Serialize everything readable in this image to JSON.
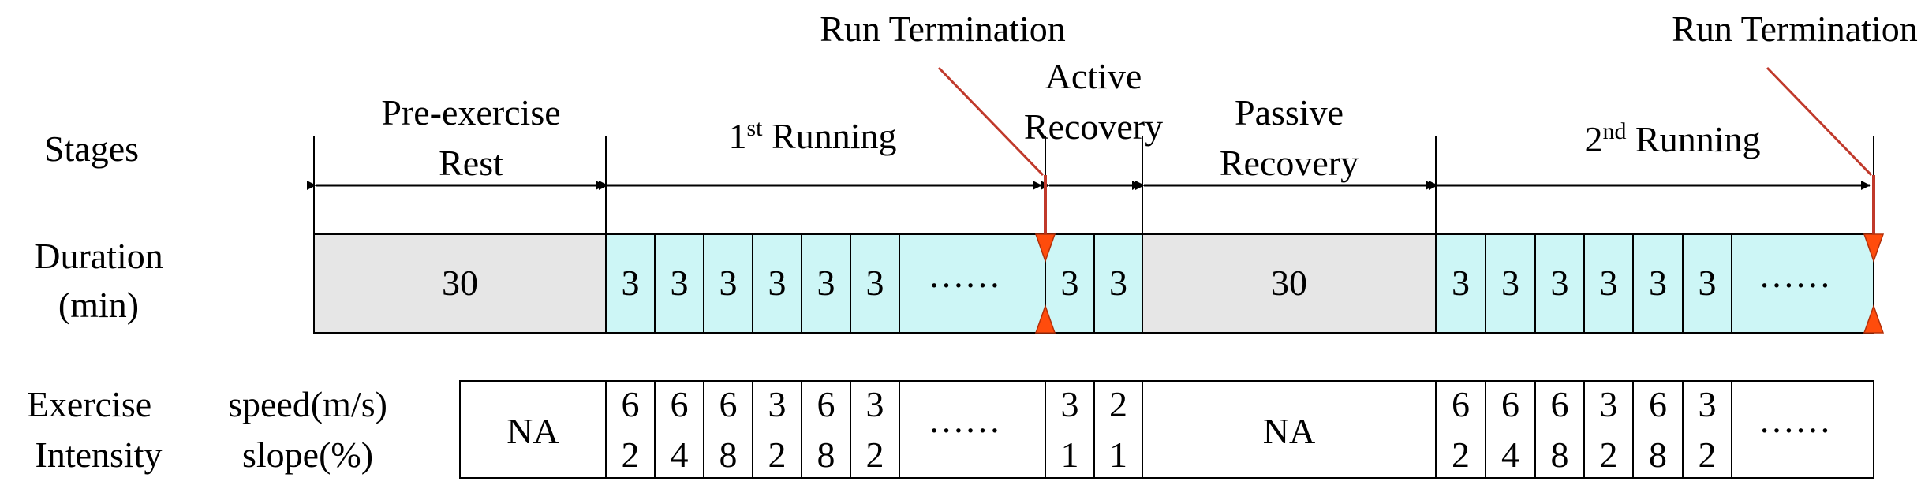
{
  "row_labels": {
    "stages": "Stages",
    "duration_line1": "Duration",
    "duration_line2": "(min)",
    "exercise_line1": "Exercise",
    "exercise_line2": "Intensity",
    "speed": "speed(m/s)",
    "slope": "slope(%)"
  },
  "termination_label": "Run Termination",
  "stages": [
    {
      "key": "pre",
      "lines": [
        "Pre-exercise",
        "Rest"
      ]
    },
    {
      "key": "run1",
      "base": "1",
      "sup": "st",
      "rest": " Running"
    },
    {
      "key": "active",
      "lines": [
        "Active",
        "Recovery"
      ]
    },
    {
      "key": "passive",
      "lines": [
        "Passive",
        "Recovery"
      ]
    },
    {
      "key": "run2",
      "base": "2",
      "sup": "nd",
      "rest": " Running"
    }
  ],
  "duration": {
    "pre": "30",
    "run1": [
      "3",
      "3",
      "3",
      "3",
      "3",
      "3"
    ],
    "run1_more": "……",
    "active": [
      "3",
      "3"
    ],
    "passive": "30",
    "run2": [
      "3",
      "3",
      "3",
      "3",
      "3",
      "3"
    ],
    "run2_more": "……"
  },
  "intensity": {
    "pre": "NA",
    "run1": [
      [
        "6",
        "2"
      ],
      [
        "6",
        "4"
      ],
      [
        "6",
        "8"
      ],
      [
        "3",
        "2"
      ],
      [
        "6",
        "8"
      ],
      [
        "3",
        "2"
      ]
    ],
    "run1_more": "……",
    "active": [
      [
        "3",
        "1"
      ],
      [
        "2",
        "1"
      ]
    ],
    "passive": "NA",
    "run2": [
      [
        "6",
        "2"
      ],
      [
        "6",
        "4"
      ],
      [
        "6",
        "8"
      ],
      [
        "3",
        "2"
      ],
      [
        "6",
        "8"
      ],
      [
        "3",
        "2"
      ]
    ],
    "run2_more": "……"
  },
  "colors": {
    "rest_fill": "#e6e6e6",
    "run_fill": "#cdf6f6",
    "termination": "#c0392b",
    "marker_fill": "#ff4c0c"
  }
}
